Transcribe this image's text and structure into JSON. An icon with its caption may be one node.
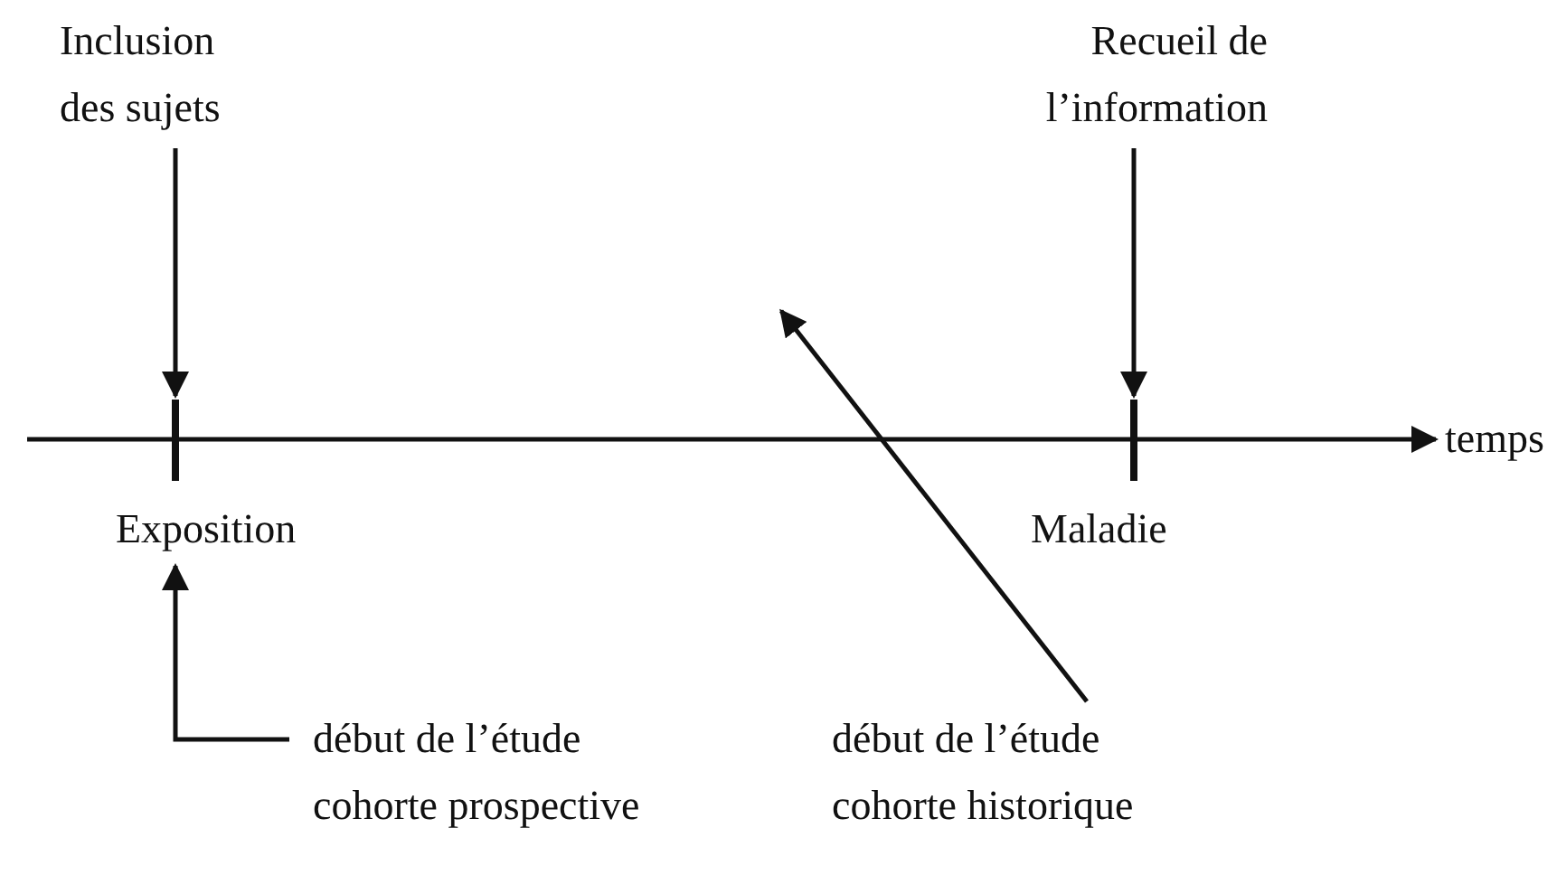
{
  "diagram": {
    "nodes": [
      {
        "text": [
          "Inclusion des sujets"
        ]
      },
      {
        "text": [
          "Recueil de l’information"
        ]
      },
      {
        "text": [],
        "shape": "bar"
      },
      {
        "text": [],
        "shape": "bar"
      },
      {
        "text": [
          "Exposition"
        ]
      },
      {
        "text": [
          "début de l’étude cohorte prospective"
        ]
      },
      {
        "text": [
          "début de l’étude cohorte historique"
        ]
      }
    ],
    "edges": [
      {
        "from": 0,
        "to": 2,
        "arrow": "to"
      },
      {
        "from": 1,
        "to": 3,
        "arrow": "to"
      },
      {
        "from": 5,
        "to": 4,
        "arrow": "to"
      },
      {
        "from": 6,
        "to": null,
        "arrow": "to"
      }
    ],
    "labels": [
      "temps",
      "Maladie"
    ]
  }
}
